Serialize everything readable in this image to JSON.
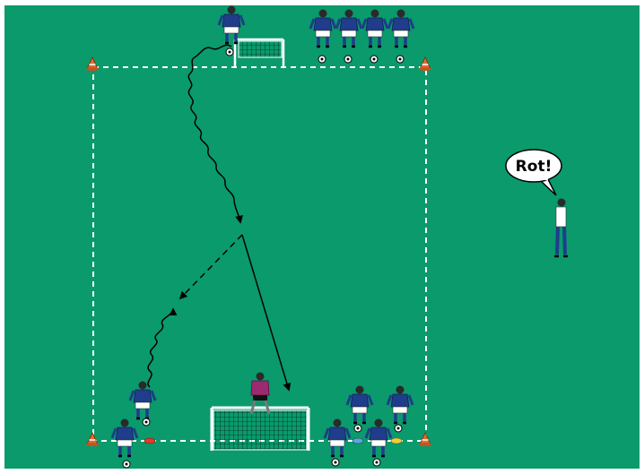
{
  "drill": {
    "coach_callout": "Rot!",
    "colors": {
      "pitch": "#0a9a6c",
      "boundary_line": "#ffffff",
      "player_shirt": "#1f3d8a",
      "player_shorts": "#ffffff",
      "goalkeeper_shirt": "#9b2a6e",
      "cone_orange": "#e66a2c",
      "marker_red": "#e23b2b",
      "marker_blue": "#5aa7d8",
      "marker_yellow": "#f2cf2a"
    },
    "elements": {
      "top_goal": "small-goal",
      "bottom_goal": "large-goal",
      "goalkeeper": "goalkeeper",
      "dribble_paths": "zigzag-dribble-arrow",
      "pass_path": "dashed-pass-arrow",
      "shot_path": "shot-arrow",
      "corner_cones": "cone-icon"
    }
  }
}
